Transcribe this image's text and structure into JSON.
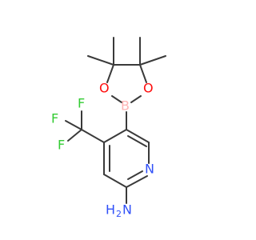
{
  "molecule": {
    "atoms": {
      "oxygen_left": "O",
      "oxygen_right": "O",
      "boron": "B",
      "fluorine_top": "F",
      "fluorine_left": "F",
      "fluorine_bottom": "F",
      "nitrogen_ring": "N",
      "amine_h": "H",
      "amine_subscript": "2",
      "amine_n": "N"
    },
    "colors": {
      "bond": "#3a3a3a",
      "oxygen": "#ff0d0d",
      "boron": "#ffb5b5",
      "fluorine": "#33cc33",
      "nitrogen": "#3050f8"
    }
  }
}
